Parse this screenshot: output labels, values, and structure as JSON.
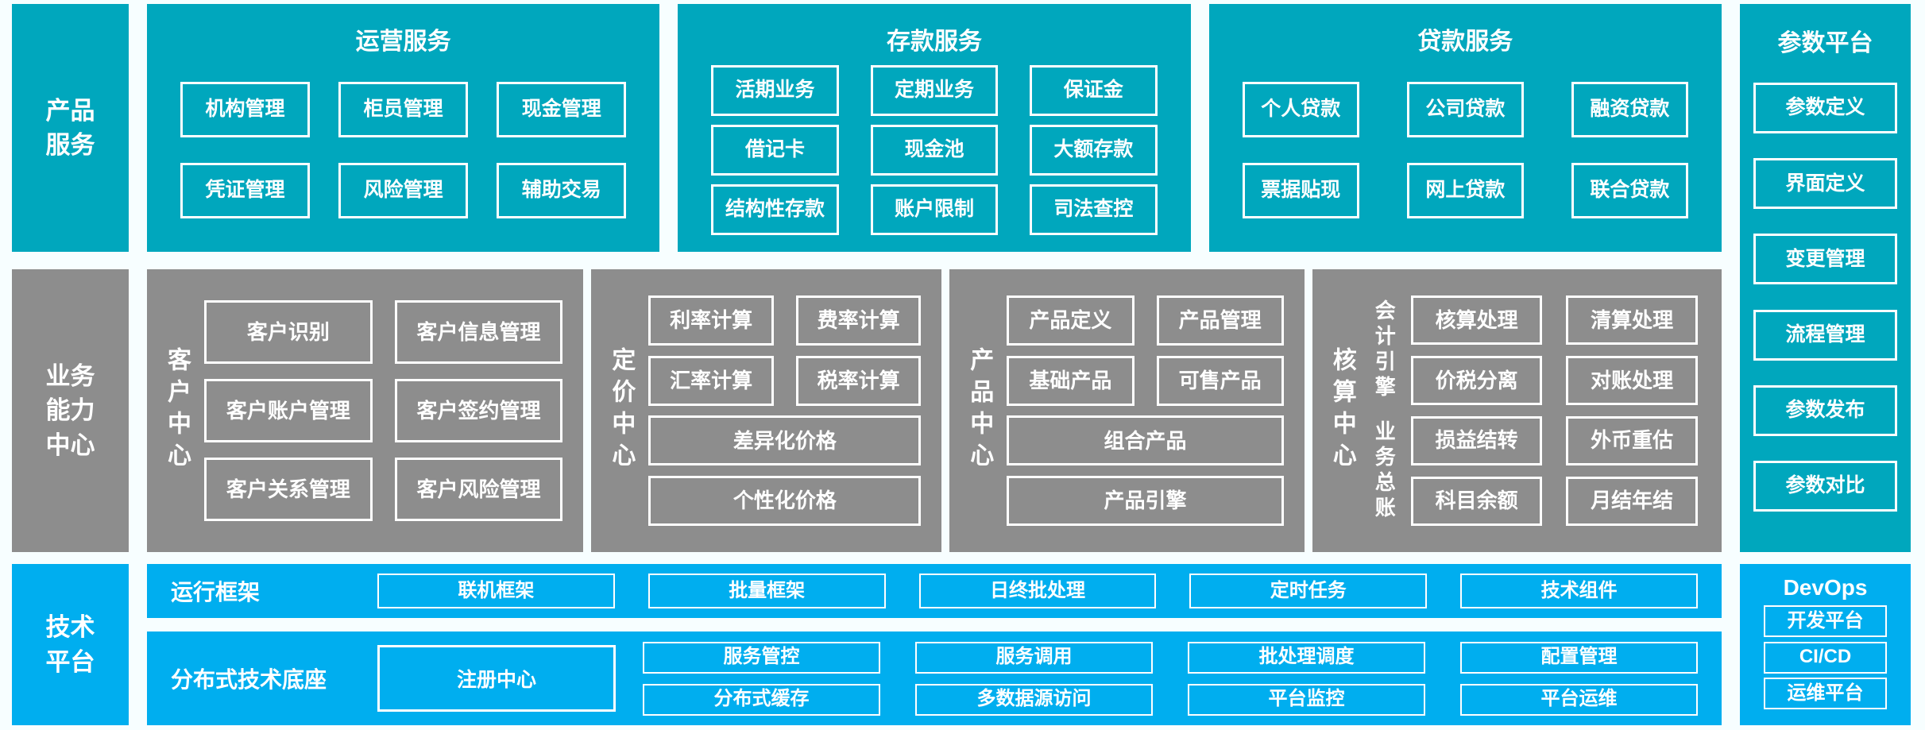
{
  "palette": {
    "teal": "#00a7bd",
    "gray": "#8d8d8d",
    "blue": "#00aeef",
    "box_border": "#ffffff",
    "page_bg": "#f7feff"
  },
  "sidebars": {
    "product_services": "产品\n服务",
    "business_capability": "业务\n能力\n中心",
    "technology_platform": "技术\n平台"
  },
  "product_row": {
    "operation": {
      "title": "运营服务",
      "items": [
        "机构管理",
        "柜员管理",
        "现金管理",
        "凭证管理",
        "风险管理",
        "辅助交易"
      ]
    },
    "deposit": {
      "title": "存款服务",
      "items": [
        "活期业务",
        "定期业务",
        "保证金",
        "借记卡",
        "现金池",
        "大额存款",
        "结构性存款",
        "账户限制",
        "司法查控"
      ]
    },
    "loan": {
      "title": "贷款服务",
      "items": [
        "个人贷款",
        "公司贷款",
        "融资贷款",
        "票据贴现",
        "网上贷款",
        "联合贷款"
      ]
    }
  },
  "capability_row": {
    "customer": {
      "label": "客户中心",
      "items": [
        "客户识别",
        "客户信息管理",
        "客户账户管理",
        "客户签约管理",
        "客户关系管理",
        "客户风险管理"
      ]
    },
    "pricing": {
      "label": "定价中心",
      "items": [
        "利率计算",
        "费率计算",
        "汇率计算",
        "税率计算",
        {
          "label": "差异化价格",
          "span": 2
        },
        {
          "label": "个性化价格",
          "span": 2
        }
      ]
    },
    "product": {
      "label": "产品中心",
      "items": [
        "产品定义",
        "产品管理",
        "基础产品",
        "可售产品",
        {
          "label": "组合产品",
          "span": 2
        },
        {
          "label": "产品引擎",
          "span": 2
        }
      ]
    },
    "accounting": {
      "label": "核算中心",
      "engine": {
        "label": "会计引擎",
        "items": [
          "核算处理",
          "清算处理",
          "价税分离",
          "对账处理"
        ]
      },
      "ledger": {
        "label": "业务总账",
        "items": [
          "损益结转",
          "外币重估",
          "科目余额",
          "月结年结"
        ]
      }
    }
  },
  "parameter_platform": {
    "title": "参数平台",
    "items": [
      "参数定义",
      "界面定义",
      "变更管理",
      "流程管理",
      "参数发布",
      "参数对比"
    ]
  },
  "technology_row": {
    "runtime": {
      "label": "运行框架",
      "items": [
        "联机框架",
        "批量框架",
        "日终批处理",
        "定时任务",
        "技术组件"
      ]
    },
    "distributed": {
      "label": "分布式技术底座",
      "registry": "注册中心",
      "items": [
        "服务管控",
        "服务调用",
        "批处理调度",
        "配置管理",
        "分布式缓存",
        "多数据源访问",
        "平台监控",
        "平台运维"
      ]
    }
  },
  "devops": {
    "title": "DevOps",
    "items": [
      "开发平台",
      "CI/CD",
      "运维平台"
    ]
  }
}
